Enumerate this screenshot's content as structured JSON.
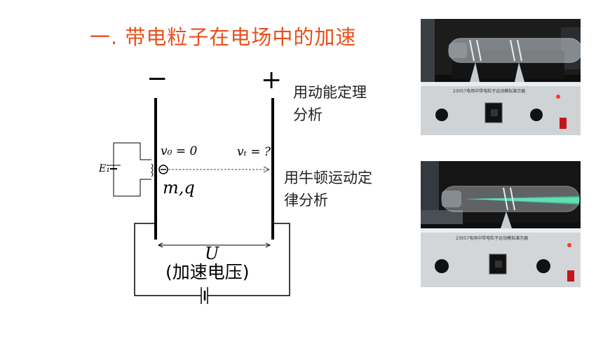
{
  "slide": {
    "title": "一. 带电粒子在电场中的加速",
    "note_energy": "用动能定理分析",
    "note_newton": "用牛顿运动定律分析"
  },
  "diagram": {
    "minus_sign": "−",
    "plus_sign": "+",
    "v0_label": "v₀ = 0",
    "vt_label": "vₜ = ?",
    "mq_label": "m,q",
    "e1_label": "E₁",
    "u_label": "U",
    "u_caption": "(加速电压)"
  },
  "photos": {
    "top": {
      "device_label": "23057电场中带电粒子运动模拟演示器",
      "beam": "off"
    },
    "bottom": {
      "device_label": "23057电场中带电粒子运动模拟演示器",
      "beam": "on"
    }
  },
  "colors": {
    "title": "#e8501c",
    "text": "#222222",
    "beam": "#39d6a0"
  }
}
